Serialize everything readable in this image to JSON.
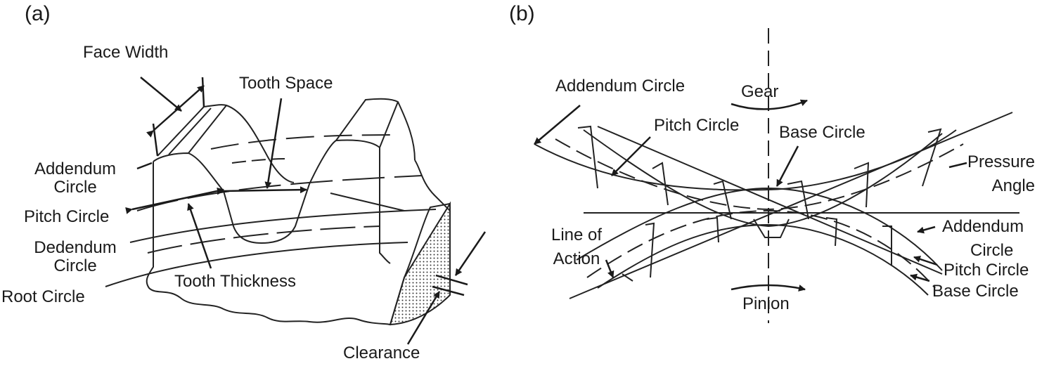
{
  "panel_a": {
    "tag": "(a)",
    "face_width": "Face Width",
    "tooth_space": "Tooth Space",
    "addendum_circle_1": "Addendum",
    "addendum_circle_2": "Circle",
    "pitch_circle": "Pitch Circle",
    "dedendum_circle_1": "Dedendum",
    "dedendum_circle_2": "Circle",
    "root_circle": "Root Circle",
    "tooth_thickness": "Tooth Thickness",
    "clearance": "Clearance"
  },
  "panel_b": {
    "tag": "(b)",
    "addendum_circle": "Addendum Circle",
    "gear": "Gear",
    "pitch_circle": "Pitch Circle",
    "base_circle": "Base Circle",
    "pressure_angle_1": "Pressure",
    "pressure_angle_2": "Angle",
    "line_of_action_1": "Line of",
    "line_of_action_2": "Action",
    "addendum_circle_lower_1": "Addendum",
    "addendum_circle_lower_2": "Circle",
    "pitch_circle_lower": "Pitch Circle",
    "base_circle_lower": "Base Circle",
    "pinion": "Pinion"
  }
}
